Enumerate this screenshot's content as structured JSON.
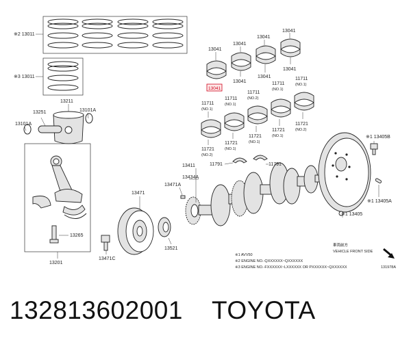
{
  "callouts": {
    "ring_set_std": "※2 13011",
    "ring_set_os": "※3 13011",
    "piston": "13211",
    "pin": "13251",
    "snap_ring_l": "13101A",
    "snap_ring_r": "13101A",
    "conrod_assy": "13201",
    "conrod_bolt": "13265",
    "pulley": "13471",
    "pulley_bolt": "13471C",
    "key": "13471A",
    "gear": "13521",
    "oil_seal": "13411",
    "crank_key": "13434A",
    "conrod_bearing_1": "13041",
    "conrod_bearing_2": "13041",
    "conrod_bearing_3": "13041",
    "conrod_bearing_4": "13041",
    "conrod_bearing_5": "13041",
    "conrod_bearing_6": "13041",
    "conrod_bearing_7": "13041",
    "selected_part": "13041",
    "main_bearing_a": "11711",
    "main_bearing_b": "11711",
    "main_bearing_c": "11711",
    "main_bearing_d": "11711",
    "main_bearing_e": "11711",
    "main_bearing_f": "11721",
    "main_bearing_g": "11721",
    "main_bearing_h": "11721",
    "main_bearing_i": "11721",
    "main_bearing_j": "11721",
    "thrust_l": "11791",
    "thrust_r": "11791",
    "flywheel": "※1 13405",
    "flywheel_bolt": "※1 13405B",
    "flywheel_pin": "※1 13405A"
  },
  "suffixes": {
    "no1": "(NO.1)",
    "no2": "(NO.2)"
  },
  "notes": {
    "line1": "※1 AVV50",
    "line2": "※2 ENGINE NO.-QXXXXXX~QXXXXXX",
    "line3": "※3 ENGINE NO.-FXXXXXX~LXXXXXX OR PXXXXXX~QXXXXXX"
  },
  "direction": {
    "jp": "車両前方",
    "en": "VEHICLE FRONT SIDE"
  },
  "diagram_id": "131978A",
  "footer": {
    "part_number": "132813602001",
    "brand": "TOYOTA"
  }
}
